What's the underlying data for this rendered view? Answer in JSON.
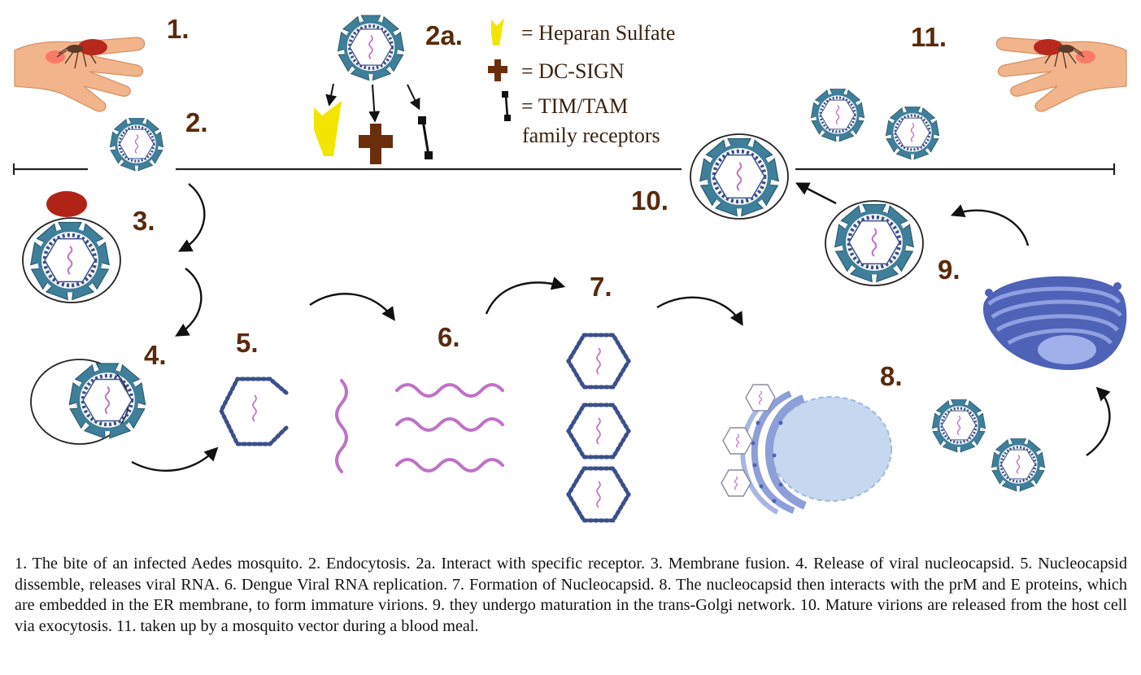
{
  "steps": {
    "s1": "1.",
    "s2": "2.",
    "s2a": "2a.",
    "s3": "3.",
    "s4": "4.",
    "s5": "5.",
    "s6": "6.",
    "s7": "7.",
    "s8": "8.",
    "s9": "9.",
    "s10": "10.",
    "s11": "11."
  },
  "legend": {
    "heparan": "= Heparan Sulfate",
    "dcsign": "= DC-SIGN",
    "tim_line1": "= TIM/TAM",
    "tim_line2": "family receptors"
  },
  "caption": "1. The bite of an infected Aedes mosquito. 2. Endocytosis. 2a. Interact with specific receptor. 3. Membrane fusion. 4. Release of viral nucleocapsid. 5. Nucleocapsid dissemble, releases viral RNA. 6. Dengue Viral RNA replication. 7. Formation of Nucleocapsid. 8. The nucleocapsid then interacts with the prM and E proteins, which are embedded in the ER membrane, to form immature virions. 9. they undergo maturation in the trans-Golgi network. 10. Mature virions are released from the host cell via exocytosis. 11. taken up by a mosquito vector during a blood meal.",
  "colors": {
    "label": "#5a2a0c",
    "virus_spike": "#3f7f9a",
    "virus_capsid": "#3b4f8a",
    "rna": "#c071c7",
    "receptor_brown": "#6b2e0a",
    "heparan_yellow": "#f2e600",
    "blood": "#b8281c",
    "er": "#8c9fd8",
    "golgi": "#4e62b8"
  },
  "icons": [
    "hand-icon",
    "mosquito-icon",
    "virus-icon",
    "heparan-sulfate-icon",
    "dc-sign-icon",
    "tim-tam-receptor-icon",
    "vesicle-icon",
    "nucleocapsid-icon",
    "rna-strand-icon",
    "er-nucleus-icon",
    "golgi-icon",
    "arrow-icon"
  ]
}
